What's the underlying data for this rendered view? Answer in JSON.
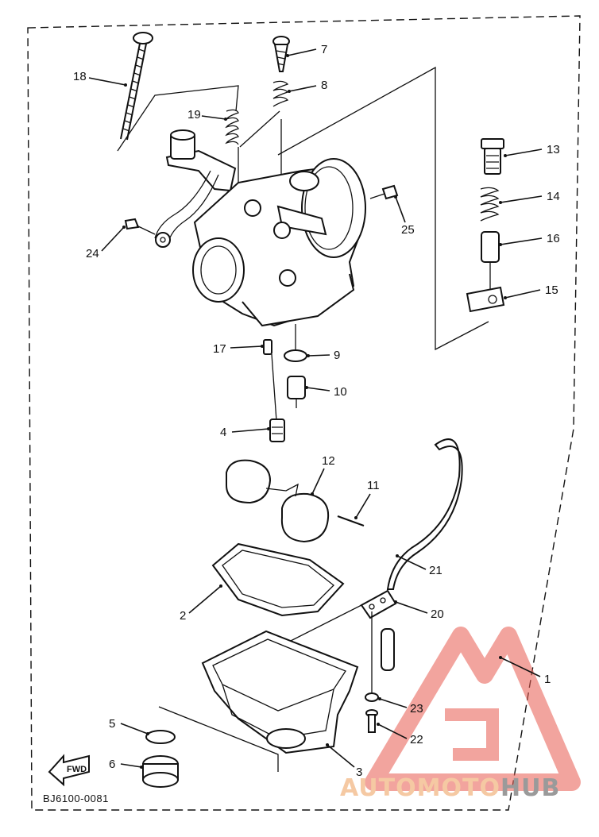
{
  "diagram": {
    "drawing_code": "BJ6100-0081",
    "fwd_mark": "FWD",
    "callouts": [
      "1",
      "2",
      "3",
      "4",
      "5",
      "6",
      "7",
      "8",
      "9",
      "10",
      "11",
      "12",
      "13",
      "14",
      "15",
      "16",
      "17",
      "18",
      "19",
      "20",
      "21",
      "22",
      "23",
      "24",
      "25"
    ]
  },
  "watermark": {
    "text_part1": "AUTOMOTO",
    "text_part2": "HUB",
    "color_primary": "#e85a4f",
    "color_secondary": "#8c8c8c"
  }
}
